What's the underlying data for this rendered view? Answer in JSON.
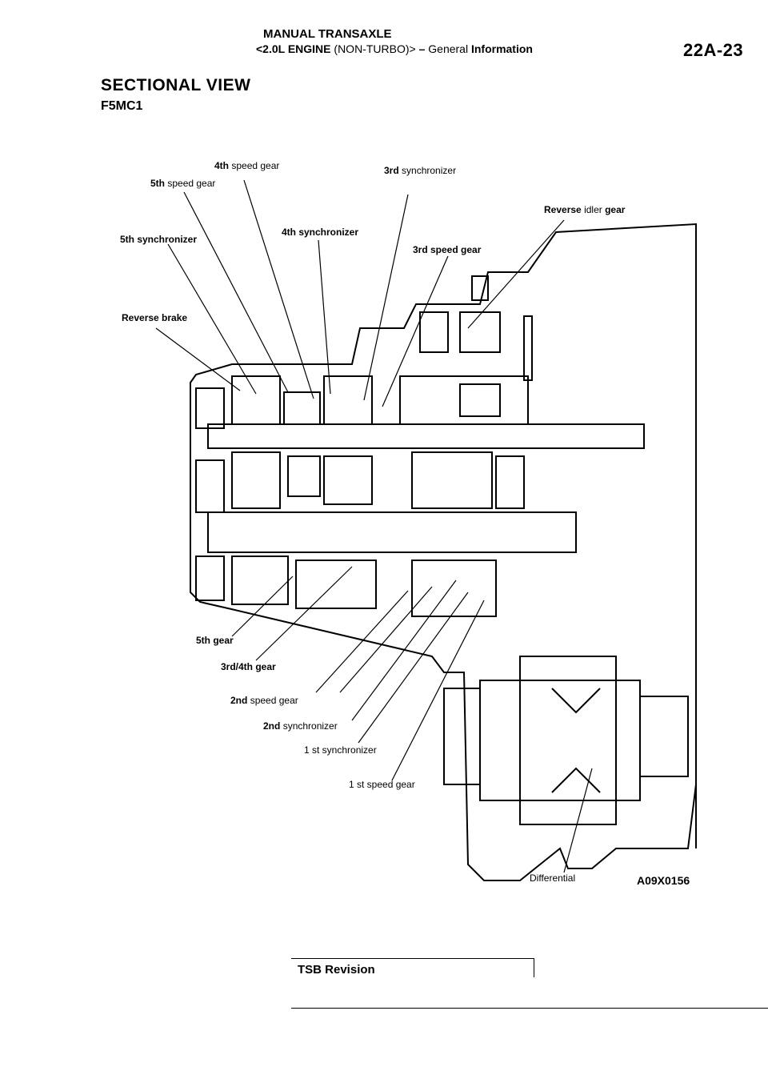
{
  "header": {
    "title": "MANUAL TRANSAXLE",
    "engine": "<2.0L ENGINE",
    "variant": "(NON-TURBO)>",
    "dash": "–",
    "section": "General",
    "info": "Information",
    "page": "22A-23"
  },
  "section_title": "SECTIONAL VIEW",
  "model": "F5MC1",
  "labels": {
    "gear4_a": "4th",
    "gear4_b": "speed gear",
    "gear5_a": "5th",
    "gear5_b": "speed gear",
    "sync3_a": "3rd",
    "sync3_b": "synchronizer",
    "rev_idler_a": "Reverse",
    "rev_idler_b": "idler",
    "rev_idler_c": "gear",
    "sync5": "5th synchronizer",
    "sync4": "4th synchronizer",
    "gear3": "3rd speed gear",
    "rev_brake": "Reverse brake",
    "gear5th": "5th gear",
    "gear34": "3rd/4th gear",
    "gear2_a": "2nd",
    "gear2_b": "speed gear",
    "sync2_a": "2nd",
    "sync2_b": "synchronizer",
    "sync1": "1 st synchronizer",
    "gear1": "1 st speed gear",
    "differential": "Differential"
  },
  "figure_code": "A09X0156",
  "footer": {
    "tsb": "TSB Revision"
  }
}
